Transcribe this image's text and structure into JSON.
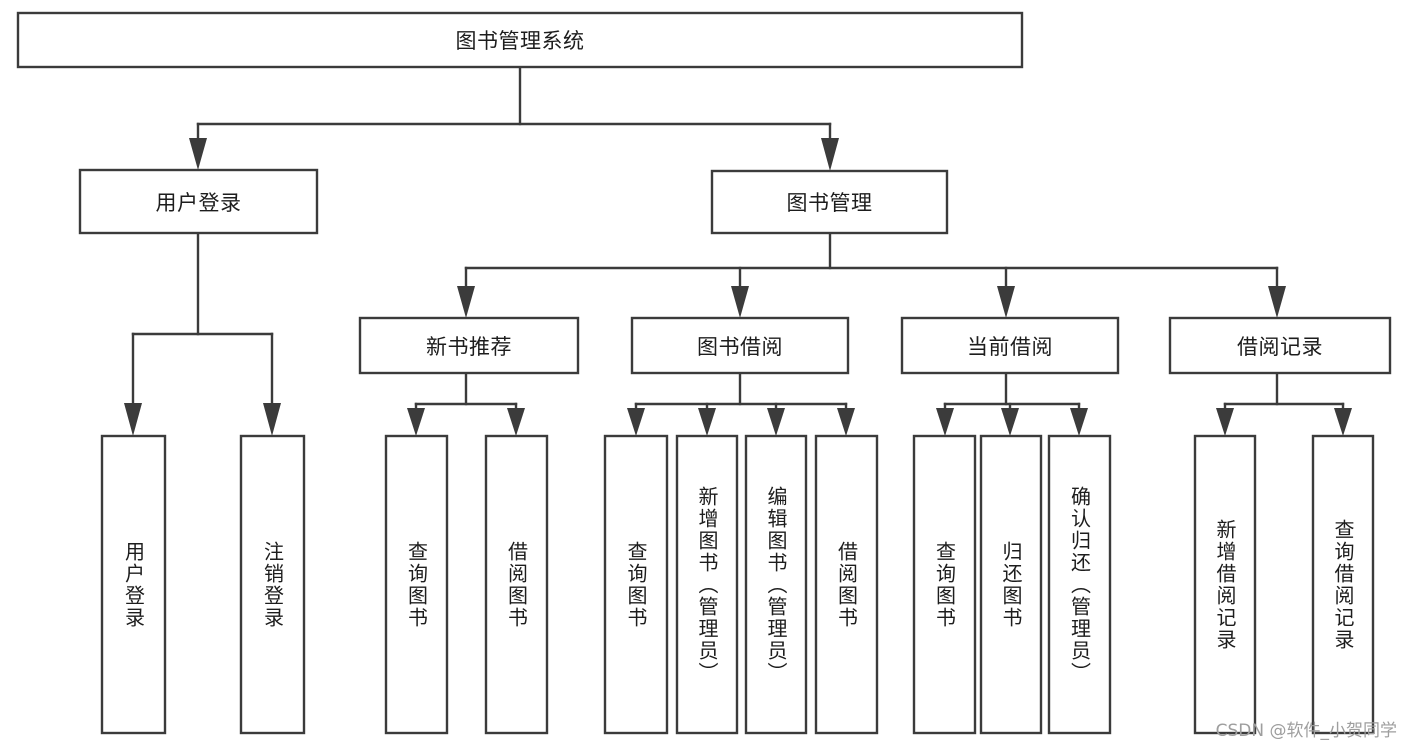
{
  "diagram": {
    "title": "图书管理系统",
    "type": "hierarchy-tree",
    "root": {
      "label": "图书管理系统"
    },
    "level2": [
      {
        "label": "用户登录"
      },
      {
        "label": "图书管理"
      }
    ],
    "level3": [
      {
        "label": "新书推荐"
      },
      {
        "label": "图书借阅"
      },
      {
        "label": "当前借阅"
      },
      {
        "label": "借阅记录"
      }
    ],
    "leaves": {
      "user_login": [
        {
          "label": "用户登录"
        },
        {
          "label": "注销登录"
        }
      ],
      "new_book_recommend": [
        {
          "label": "查询图书"
        },
        {
          "label": "借阅图书"
        }
      ],
      "book_borrow": [
        {
          "label": "查询图书"
        },
        {
          "label": "新增图书（管理员）"
        },
        {
          "label": "编辑图书（管理员）"
        },
        {
          "label": "借阅图书"
        }
      ],
      "current_borrow": [
        {
          "label": "查询图书"
        },
        {
          "label": "归还图书"
        },
        {
          "label": "确认归还（管理员）"
        }
      ],
      "borrow_record": [
        {
          "label": "新增借阅记录"
        },
        {
          "label": "查询借阅记录"
        }
      ]
    },
    "colors": {
      "stroke": "#3b3b3b",
      "fill": "#ffffff",
      "text": "#1d1d1d",
      "watermark": "#9e9e9e"
    }
  },
  "watermark": {
    "text": "CSDN @软件_小贺同学"
  }
}
